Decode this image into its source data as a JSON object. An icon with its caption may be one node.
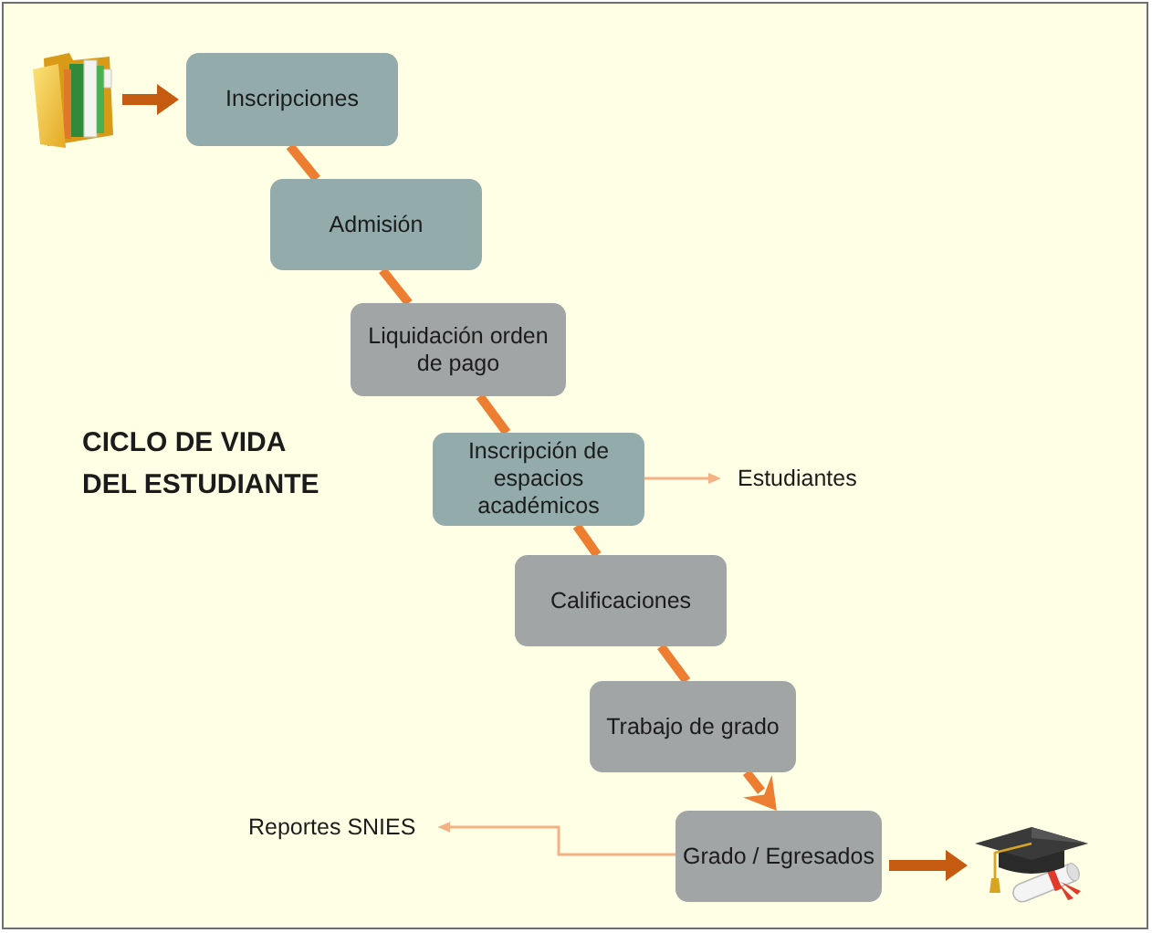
{
  "diagram": {
    "title": "CICLO DE VIDA DEL ESTUDIANTE",
    "nodes": [
      {
        "text": [],
        "shape": "picture"
      },
      {
        "text": [
          "Inscripciones"
        ]
      },
      {
        "text": [
          "Admisión"
        ]
      },
      {
        "text": [
          "Liquidación orden de pago"
        ]
      },
      {
        "text": [
          "Inscripción de espacios académicos"
        ]
      },
      {
        "text": [
          "Estudiantes"
        ]
      },
      {
        "text": [
          "Calificaciones"
        ]
      },
      {
        "text": [
          "Trabajo de grado"
        ]
      },
      {
        "text": [
          "Grado / Egresados"
        ]
      },
      {
        "text": [
          "Reportes SNIES"
        ]
      },
      {
        "text": [],
        "shape": "picture"
      }
    ],
    "edges": [
      {
        "from": 0,
        "to": 1,
        "arrow": "to",
        "color": "#c55a11"
      },
      {
        "from": 1,
        "to": 2,
        "arrow": "none"
      },
      {
        "from": 2,
        "to": 3,
        "arrow": "none"
      },
      {
        "from": 3,
        "to": 4,
        "arrow": "none"
      },
      {
        "from": 4,
        "to": 5,
        "arrow": "to",
        "color": "#f4b183"
      },
      {
        "from": 4,
        "to": 6,
        "arrow": "none"
      },
      {
        "from": 6,
        "to": 7,
        "arrow": "none"
      },
      {
        "from": 7,
        "to": 8,
        "arrow": "to"
      },
      {
        "from": 8,
        "to": 9,
        "arrow": "to",
        "color": "#f4b183"
      },
      {
        "from": 8,
        "to": 10,
        "arrow": "to",
        "color": "#c55a11"
      }
    ]
  }
}
